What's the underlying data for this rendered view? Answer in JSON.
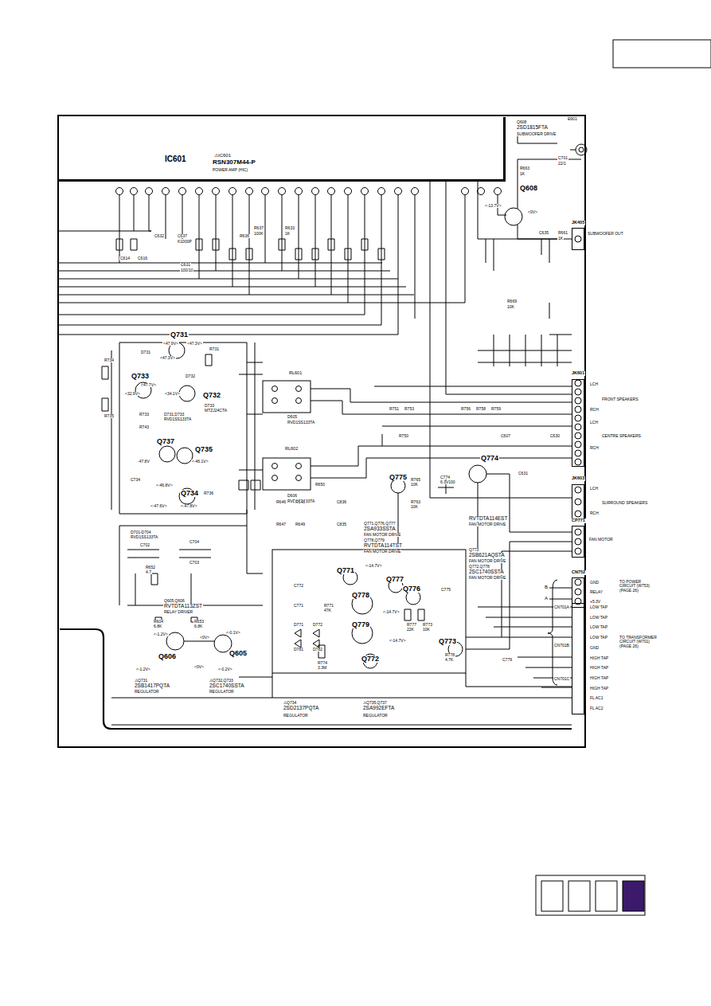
{
  "diagram": {
    "nodes": [
      {
        "text": [
          "IC601",
          "RSN307M44-P",
          "POWER AMP (HIC)"
        ]
      },
      {
        "text": [
          "JK405",
          "SUBWOOFER OUT"
        ]
      },
      {
        "text": [
          "JK601",
          "FRONT SPEAKERS",
          "CENTRE SPEAKERS"
        ]
      },
      {
        "text": [
          "JK603",
          "SURROUND SPEAKERS"
        ]
      },
      {
        "text": [
          "CP771",
          "FAN MOTOR"
        ]
      },
      {
        "text": [
          "CN752",
          "TO POWER CIRCUIT (W753) (PAGE 26)"
        ]
      },
      {
        "text": [
          "CN701A",
          "CN701B",
          "CN701C",
          "TO TRANSFORMER CIRCUIT (W701) (PAGE 26)"
        ]
      }
    ],
    "edges": [
      {
        "from": 0,
        "to": 1,
        "arrow": "none"
      },
      {
        "from": 0,
        "to": 2,
        "arrow": "none"
      },
      {
        "from": 0,
        "to": 3,
        "arrow": "none"
      }
    ],
    "labels": [
      "Q608",
      "2SD1815FTA",
      "SUBWOOFER DRIVE",
      "E601",
      "⚠IC601",
      "Q608",
      "R663",
      "1K",
      "C701",
      "22/1",
      "<-13.7V>",
      "<0V>",
      "C635",
      "R661",
      "1K",
      "C614",
      "C616",
      "C632",
      "C637",
      "K1000P",
      "C631",
      "100/10",
      "R636",
      "R637",
      "100K",
      "R633",
      "1K",
      "R669",
      "10K",
      "Q731",
      "<47.9V>",
      "<47.3V>",
      "D731",
      "<47.3V>",
      "R731",
      "Q733",
      "D732",
      "<47.7V>",
      "<32.9V>",
      "<34.1V>",
      "Q732",
      "D733",
      "MTZJ24CTA",
      "R733",
      "D731,D733",
      "RVD1SS133TA",
      "R743",
      "Q737",
      "Q735",
      "<-46.1V>",
      "-47.8V",
      "<-46.8V>",
      "Q734",
      "R736",
      "<-47.6V>",
      "<-47.8V>",
      "C734",
      "R734",
      "R735",
      "RL601",
      "D605",
      "RVD1SS133TA",
      "RL602",
      "R650",
      "D606",
      "RVD1SS133TA",
      "R751",
      "R753",
      "R756",
      "R758",
      "R759",
      "R750",
      "C607",
      "C630",
      "LCH",
      "RCH",
      "LCH",
      "RCH",
      "LCH",
      "RCH",
      "C631",
      "Q774",
      "Q775",
      "R765",
      "10K",
      "C774",
      "6.3V100",
      "R763",
      "10K",
      "RVTDTA114EST",
      "FAN MOTOR DRIVE",
      "Q771,Q776,Q777",
      "2SA933SSTA",
      "FAN MOTOR DRIVE",
      "Q778,Q779",
      "RVTDTA114TST",
      "FAN MOTOR DRIVE",
      "Q773",
      "2SB621AQSTA",
      "FAN MOTOR DRIVE",
      "Q772,Q778",
      "2SC1740SSTA",
      "FAN MOTOR DRIVE",
      "Q771",
      "Q777",
      "Q778",
      "Q776",
      "<-14.7V>",
      "<-14.7V>",
      "<-14.7V>",
      "Q779",
      "R777",
      "22K",
      "R773",
      "10K",
      "Q772",
      "Q773",
      "R778",
      "4.7K",
      "R774",
      "3.3M",
      "D771",
      "D772",
      "D781",
      "D782",
      "C772",
      "C771",
      "R771",
      "47K",
      "C775",
      "C779",
      "B",
      "A",
      "GND",
      "RELAY",
      "+5.3V",
      "LOW TAP",
      "LOW TAP",
      "LOW TAP",
      "LOW TAP",
      "GND",
      "HIGH TAP",
      "HIGH TAP",
      "HIGH TAP",
      "HIGH TAP",
      "FL AC1",
      "FL AC2",
      "Q605,Q606",
      "RVTDTA113ZST",
      "RELAY DRIVER",
      "R604",
      "6.8K",
      "R653",
      "6.8K",
      "<-1.2V>",
      "<-0.1V>",
      "<0V>",
      "Q606",
      "Q605",
      "<-1.2V>",
      "<0V>",
      "<-0.2V>",
      "⚠Q731",
      "2SB1417PQTA",
      "REGULATOR",
      "⚠Q732,Q733",
      "2SC1740SSTA",
      "REGULATOR",
      "⚠Q734",
      "2SD2137PQTA",
      "REGULATOR",
      "⚠Q735,Q737",
      "2SA992EFTA",
      "REGULATOR",
      "D701-D704",
      "RVD1SS133TA",
      "C702",
      "C704",
      "C703",
      "R652",
      "4.7",
      "R646",
      "R648",
      "C836",
      "R647",
      "R649",
      "C835"
    ]
  }
}
